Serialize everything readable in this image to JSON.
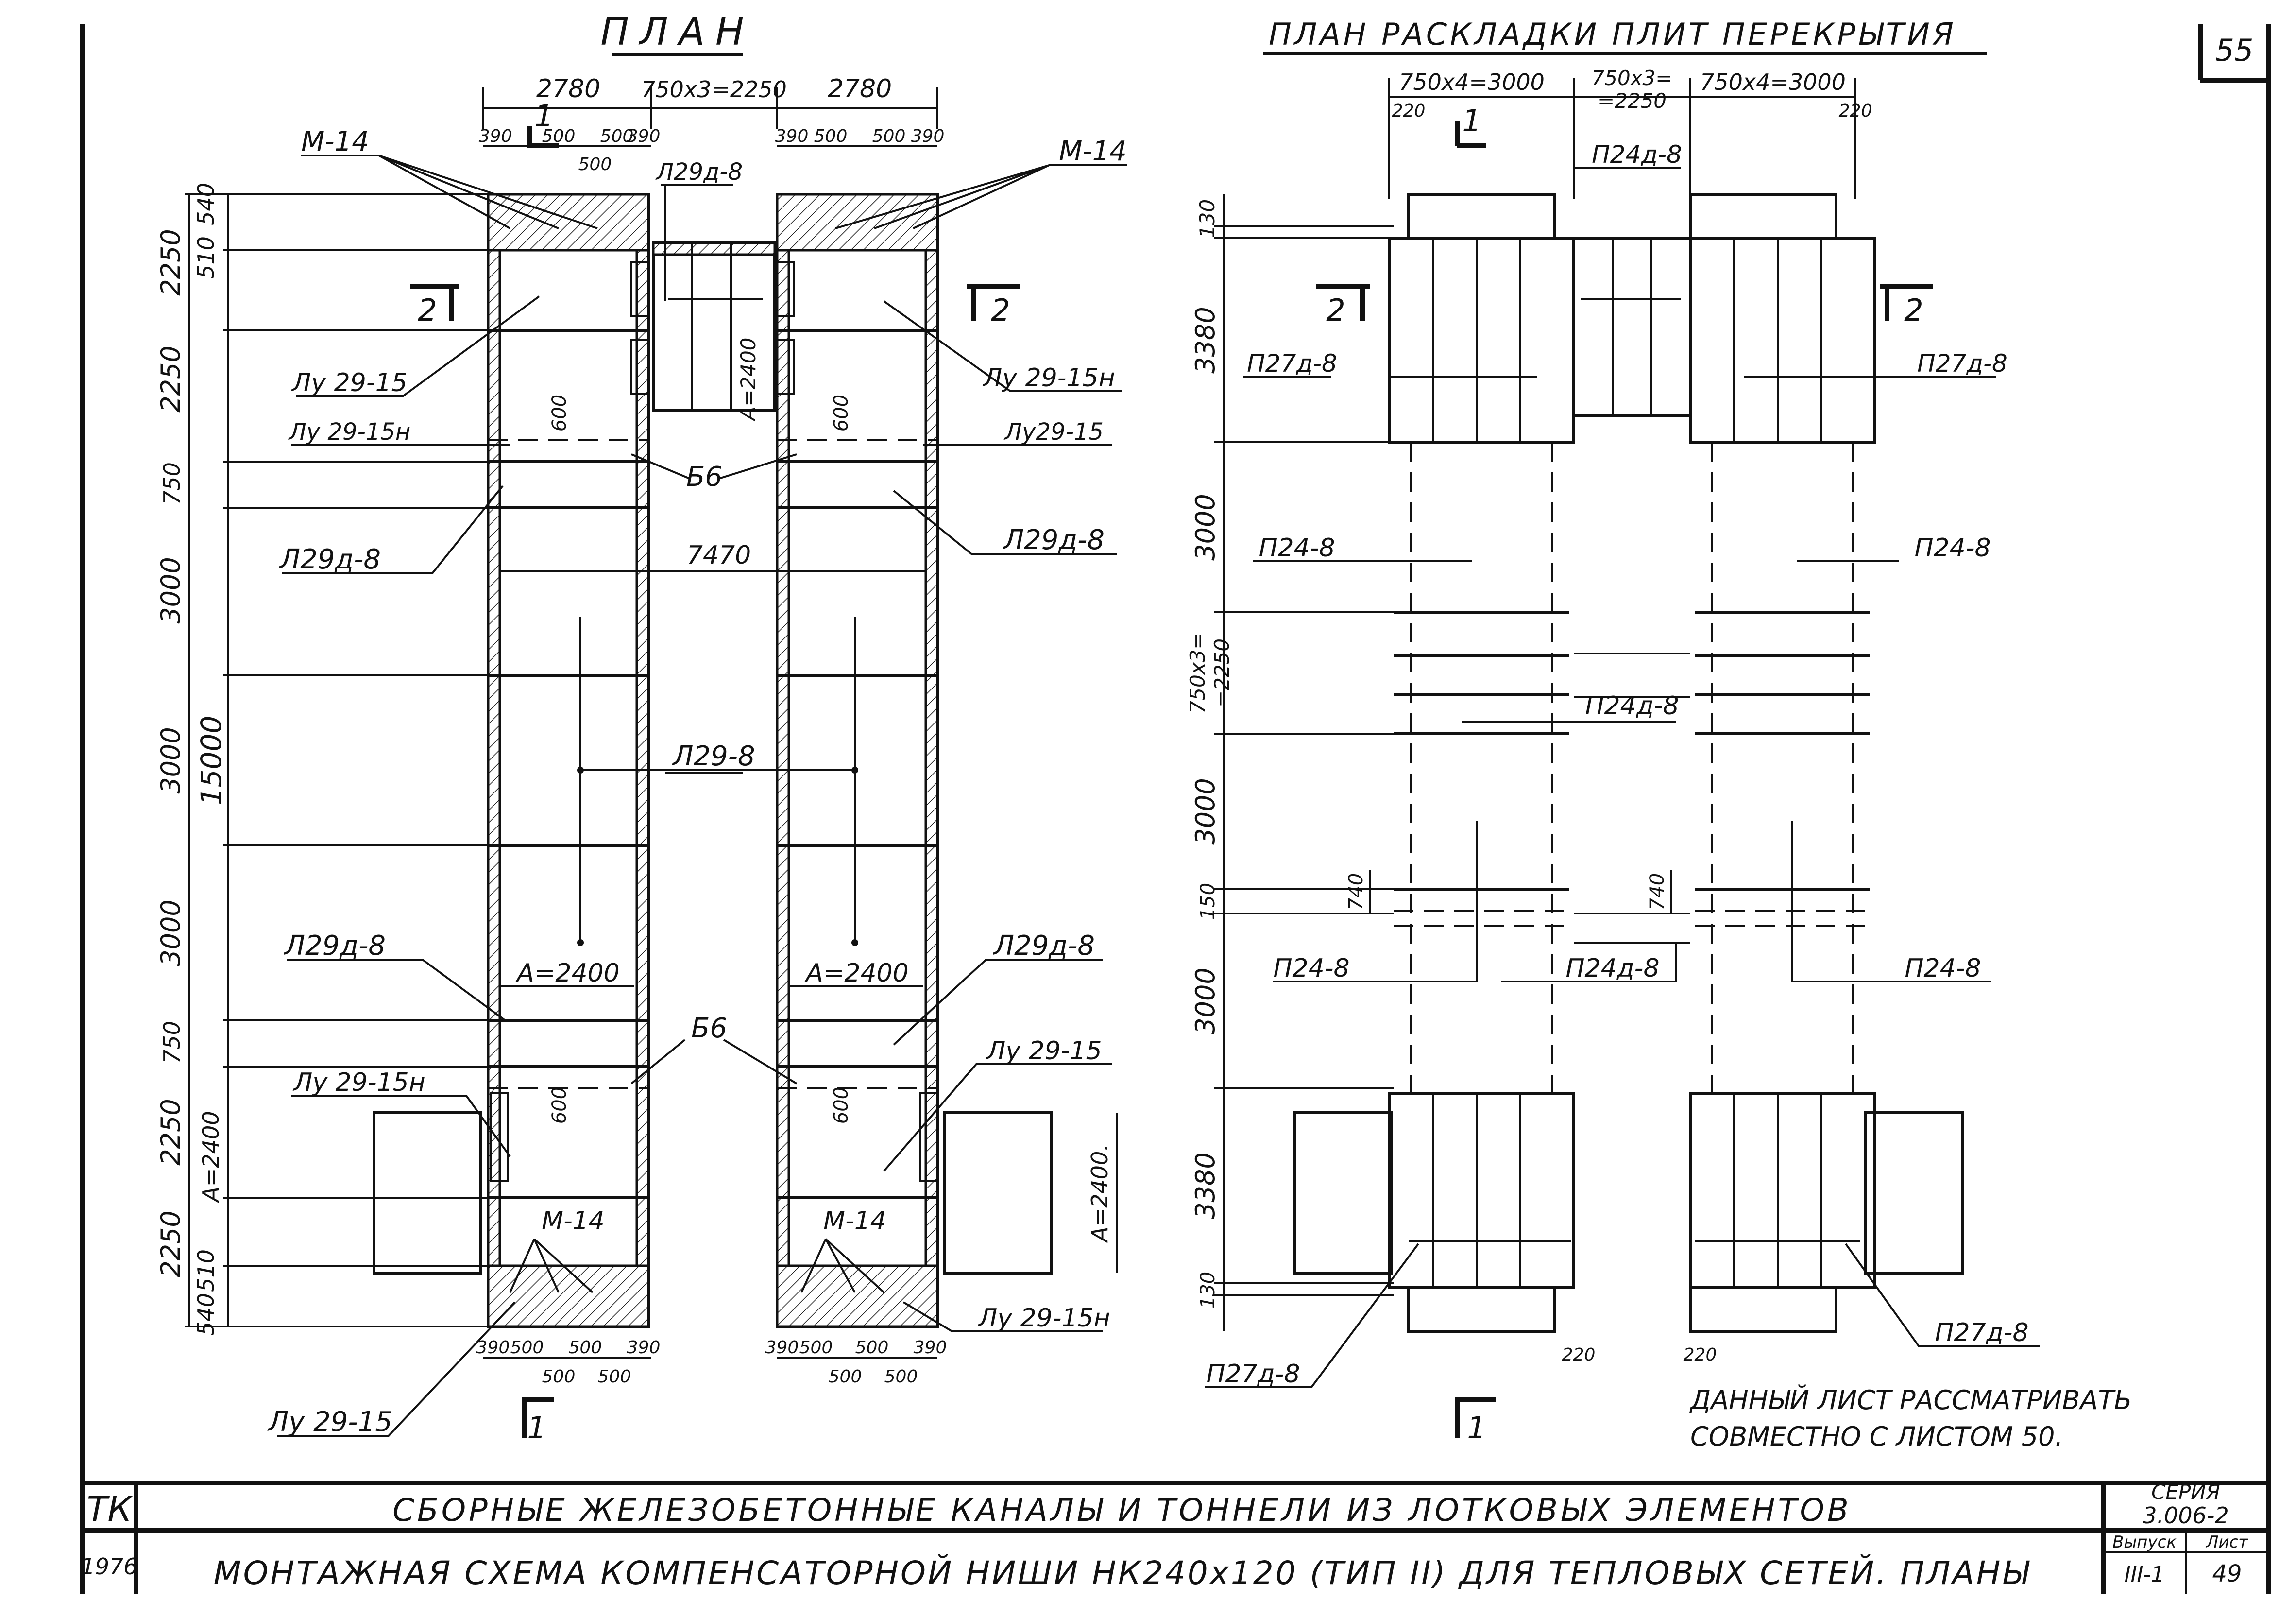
{
  "sheet_number": "55",
  "left_plan": {
    "title": "ПЛАН",
    "dim_top": [
      "2780",
      "750x3=2250",
      "2780"
    ],
    "dim_sub_top_left": [
      "390",
      "500",
      "500",
      "500",
      "390"
    ],
    "dim_sub_top_right": [
      "390",
      "500",
      "500",
      "390"
    ],
    "dim_sub_bottom_left": [
      "390",
      "500",
      "500",
      "390"
    ],
    "dim_sub_bottom_left_lower": [
      "500",
      "500"
    ],
    "dim_sub_bottom_right": [
      "390",
      "500",
      "500",
      "390"
    ],
    "dim_sub_bottom_right_lower": [
      "500",
      "500"
    ],
    "section_top": "1",
    "section_bottom": "1",
    "section_left": "2",
    "section_right": "2",
    "dim_left": [
      "540",
      "510",
      "2250",
      "2250",
      "750",
      "3000",
      "3000",
      "3000",
      "750",
      "2250",
      "2250",
      "510",
      "540"
    ],
    "dim_total": "15000",
    "dim_a_left": "A=2400",
    "dim_a_right": "A=2400.",
    "labels": {
      "m14_top_left": "М-14",
      "m14_top_right": "М-14",
      "m14_bottom_left": "М-14",
      "m14_bottom_right": "М-14",
      "l29d8_top": "Л29д-8",
      "a2400_center": "A=2400",
      "lu2915_left_top": "Лу 29-15",
      "lu2915n_right_top": "Лу 29-15н",
      "lu2915n_left_mid": "Лу 29-15н",
      "lu2915_right_mid": "Лу29-15",
      "dim600_a": "600",
      "dim600_b": "600",
      "b6_top": "Б6",
      "l29d8_left_upper": "Л29д-8",
      "l29d8_right_upper": "Л29д-8",
      "dim7470": "7470",
      "l298": "Л29-8",
      "a2400_left_low": "A=2400",
      "a2400_right_low": "A=2400",
      "l29d8_left_lower": "Л29д-8",
      "l29d8_right_lower": "Л29д-8",
      "b6_bottom": "Б6",
      "lu2915n_left_bottom": "Лу 29-15н",
      "lu2915_right_bottom": "Лу 29-15",
      "dim600_c": "600",
      "dim600_d": "600",
      "lu2915n_right_end": "Лу 29-15н",
      "lu2915_left_end": "Лу 29-15"
    }
  },
  "right_plan": {
    "title": "ПЛАН РАСКЛАДКИ ПЛИТ ПЕРЕКРЫТИЯ",
    "dim_top": [
      "750x4=3000",
      "750x3=",
      "=2250",
      "750x4=3000"
    ],
    "dim_220": [
      "220",
      "220",
      "220",
      "220"
    ],
    "section_top": "1",
    "section_bottom": "1",
    "section_left": "2",
    "section_right": "2",
    "dim_left": [
      "130",
      "3380",
      "3000",
      "750x3=",
      "=2250",
      "3000",
      "150",
      "3000",
      "3380",
      "130"
    ],
    "dim_740": [
      "740",
      "740"
    ],
    "labels": {
      "p24d8_top": "П24д-8",
      "p27d8_left_top": "П27д-8",
      "p27d8_right_top": "П27д-8",
      "p248_left_upper": "П24-8",
      "p248_right_upper": "П24-8",
      "p24d8_mid": "П24д-8",
      "p248_left_lower": "П24-8",
      "p24d8_lower": "П24д-8",
      "p248_right_lower": "П24-8",
      "p27d8_left_bottom": "П27д-8",
      "p27d8_right_bottom": "П27д-8"
    },
    "note_line1": "ДАННЫЙ ЛИСТ РАССМАТРИВАТЬ",
    "note_line2": "СОВМЕСТНО С ЛИСТОМ 50."
  },
  "title_block": {
    "code": "ТК",
    "year": "1976",
    "line1": "СБОРНЫЕ ЖЕЛЕЗОБЕТОННЫЕ КАНАЛЫ И ТОННЕЛИ ИЗ ЛОТКОВЫХ ЭЛЕМЕНТОВ",
    "line2": "МОНТАЖНАЯ СХЕМА КОМПЕНСАТОРНОЙ НИШИ НК240х120 (ТИП II) ДЛЯ ТЕПЛОВЫХ СЕТЕЙ. ПЛАНЫ",
    "series_label": "СЕРИЯ",
    "series_value": "3.006-2",
    "issue_label": "Выпуск",
    "issue_value": "III-1",
    "sheet_label": "Лист",
    "sheet_value": "49"
  }
}
